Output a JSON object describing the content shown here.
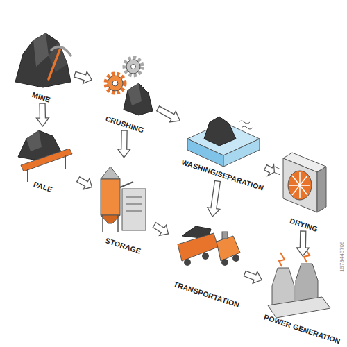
{
  "diagram": {
    "nodes": [
      {
        "text": [
          "MINE"
        ]
      },
      {
        "text": [
          "CRUSHING"
        ]
      },
      {
        "text": [
          "WASHING/SEPARATION"
        ]
      },
      {
        "text": [
          "DRYING"
        ]
      },
      {
        "text": [
          "PALE"
        ]
      },
      {
        "text": [
          "STORAGE"
        ]
      },
      {
        "text": [
          "TRANSPORTATION"
        ]
      },
      {
        "text": [
          "POWER GENERATION"
        ]
      }
    ],
    "edges": [
      {
        "from": 0,
        "to": 1,
        "arrow": "to"
      },
      {
        "from": 0,
        "to": 4,
        "arrow": "to"
      },
      {
        "from": 1,
        "to": 2,
        "arrow": "to"
      },
      {
        "from": 1,
        "to": 5,
        "arrow": "to"
      },
      {
        "from": 2,
        "to": 3,
        "arrow": "to"
      },
      {
        "from": 2,
        "to": 6,
        "arrow": "to"
      },
      {
        "from": 3,
        "to": 7,
        "arrow": "to"
      },
      {
        "from": 4,
        "to": 5,
        "arrow": "to"
      },
      {
        "from": 5,
        "to": 6,
        "arrow": "to"
      },
      {
        "from": 6,
        "to": 7,
        "arrow": "to"
      }
    ],
    "labels": [
      "1973445709"
    ]
  }
}
